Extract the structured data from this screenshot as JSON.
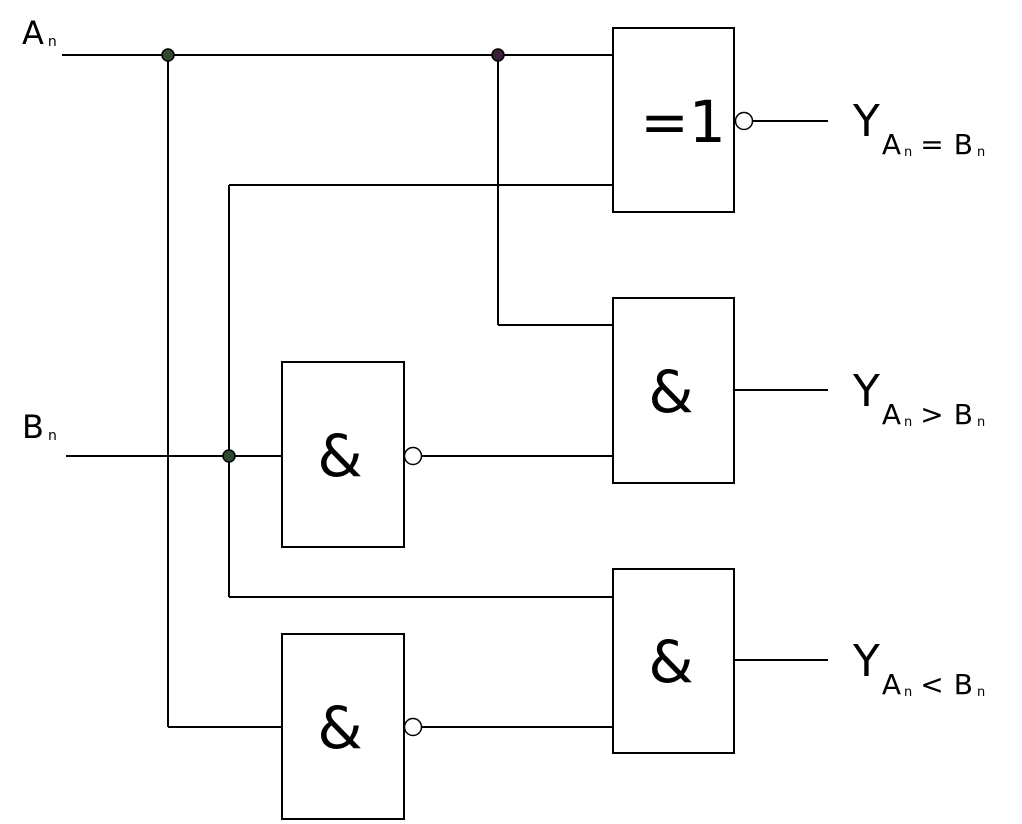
{
  "inputs": {
    "a": {
      "main": "A",
      "sub": "n"
    },
    "b": {
      "main": "B",
      "sub": "n"
    }
  },
  "gates": {
    "xnor": "=1",
    "and_gt": "&",
    "nand_b": "&",
    "and_lt": "&",
    "nand_a": "&"
  },
  "outputs": {
    "eq": {
      "y": "Y",
      "a": "A",
      "a_sub": "n",
      "op": "=",
      "b": "B",
      "b_sub": "n"
    },
    "gt": {
      "y": "Y",
      "a": "A",
      "a_sub": "n",
      "op": ">",
      "b": "B",
      "b_sub": "n"
    },
    "lt": {
      "y": "Y",
      "a": "A",
      "a_sub": "n",
      "op": "<",
      "b": "B",
      "b_sub": "n"
    }
  },
  "colors": {
    "line": "#000000",
    "junction": "#2f4a2f",
    "junction_alt": "#3a1f3a"
  }
}
